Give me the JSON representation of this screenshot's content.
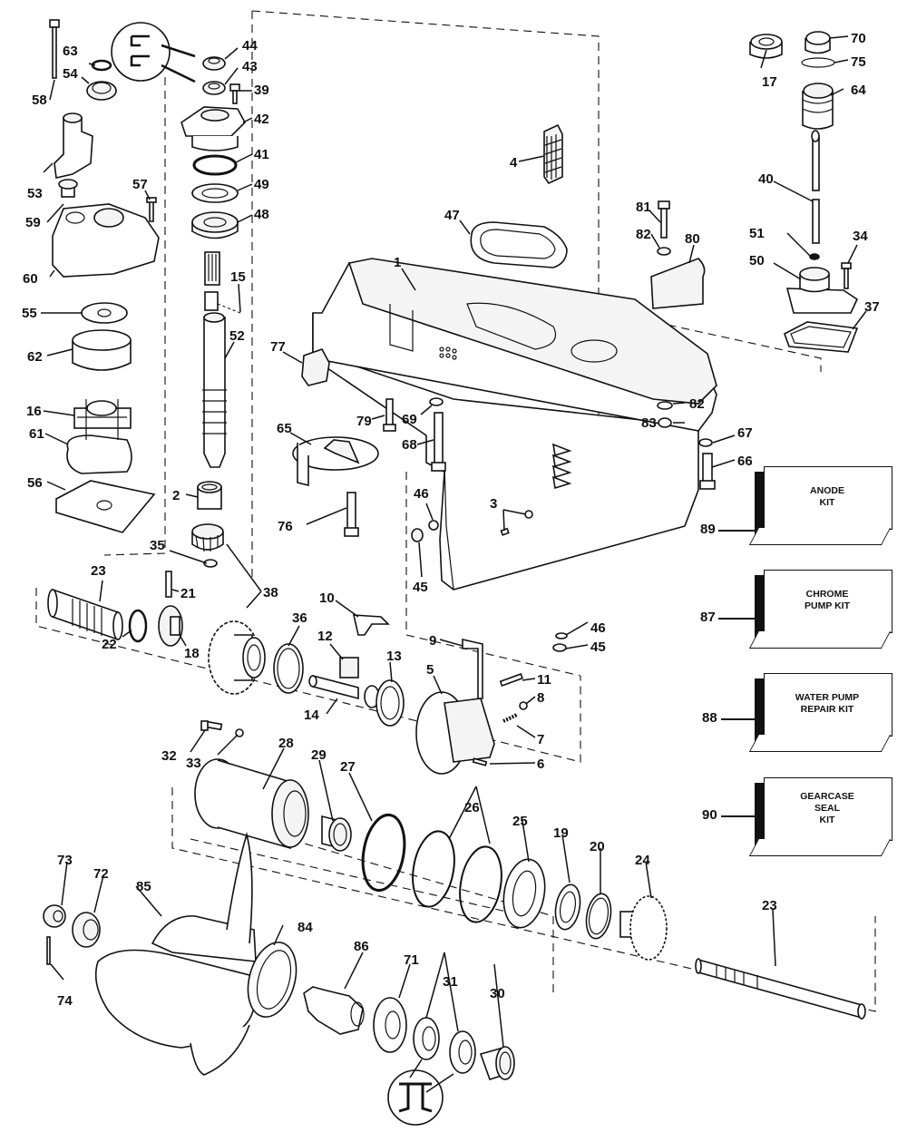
{
  "title": "Gearcase exploded parts diagram",
  "callouts": {
    "c1": "1",
    "c2": "2",
    "c3": "3",
    "c4": "4",
    "c5": "5",
    "c6": "6",
    "c7": "7",
    "c8": "8",
    "c9": "9",
    "c10": "10",
    "c11": "11",
    "c12": "12",
    "c13": "13",
    "c14": "14",
    "c15": "15",
    "c16": "16",
    "c17": "17",
    "c18": "18",
    "c19": "19",
    "c20": "20",
    "c21": "21",
    "c22": "22",
    "c23a": "23",
    "c23b": "23",
    "c24": "24",
    "c25": "25",
    "c26": "26",
    "c27": "27",
    "c28": "28",
    "c29": "29",
    "c30": "30",
    "c31": "31",
    "c32": "32",
    "c33": "33",
    "c34": "34",
    "c35": "35",
    "c36": "36",
    "c37": "37",
    "c38": "38",
    "c39": "39",
    "c40": "40",
    "c41": "41",
    "c42": "42",
    "c43": "43",
    "c44": "44",
    "c45a": "45",
    "c45b": "45",
    "c46a": "46",
    "c46b": "46",
    "c47": "47",
    "c48": "48",
    "c49": "49",
    "c50": "50",
    "c51": "51",
    "c52": "52",
    "c53": "53",
    "c54": "54",
    "c55": "55",
    "c56": "56",
    "c57": "57",
    "c58": "58",
    "c59": "59",
    "c60": "60",
    "c61": "61",
    "c62": "62",
    "c63": "63",
    "c64": "64",
    "c65": "65",
    "c66": "66",
    "c67": "67",
    "c68": "68",
    "c69": "69",
    "c70": "70",
    "c71": "71",
    "c72": "72",
    "c73": "73",
    "c74": "74",
    "c75": "75",
    "c76": "76",
    "c77": "77",
    "c79": "79",
    "c80": "80",
    "c81": "81",
    "c82a": "82",
    "c82b": "82",
    "c83": "83",
    "c84": "84",
    "c85": "85",
    "c86": "86"
  },
  "kits": [
    {
      "number": "89",
      "label": "ANODE\nKIT"
    },
    {
      "number": "87",
      "label": "CHROME\nPUMP KIT"
    },
    {
      "number": "88",
      "label": "WATER PUMP\nREPAIR KIT"
    },
    {
      "number": "90",
      "label": "GEARCASE\nSEAL\nKIT"
    }
  ]
}
